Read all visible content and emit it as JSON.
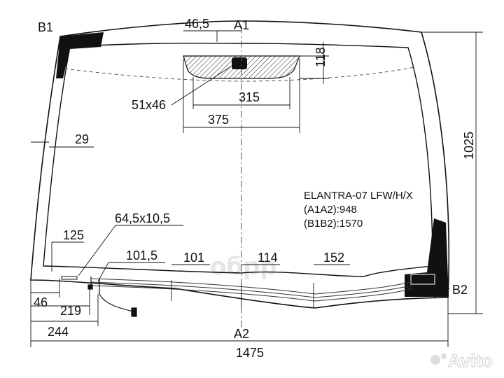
{
  "labels": {
    "b1": "B1",
    "b2": "B2",
    "a1": "A1",
    "a2": "A2"
  },
  "dimensions": {
    "d46_5": "46,5",
    "d118": "118",
    "d51x46": "51x46",
    "d315": "315",
    "d375": "375",
    "d1025": "1025",
    "d29": "29",
    "d64_5x10_5": "64,5x10,5",
    "d125": "125",
    "d101_5": "101,5",
    "d101": "101",
    "d114": "114",
    "d152": "152",
    "d46": "46",
    "d219": "219",
    "d244": "244",
    "d1475": "1475"
  },
  "info": {
    "model": "ELANTRA-07 LFW/H/X",
    "a1a2": "(A1A2):948",
    "b1b2": "(B1B2):1570"
  },
  "watermarks": {
    "center": "обрр",
    "corner": "Avito"
  }
}
